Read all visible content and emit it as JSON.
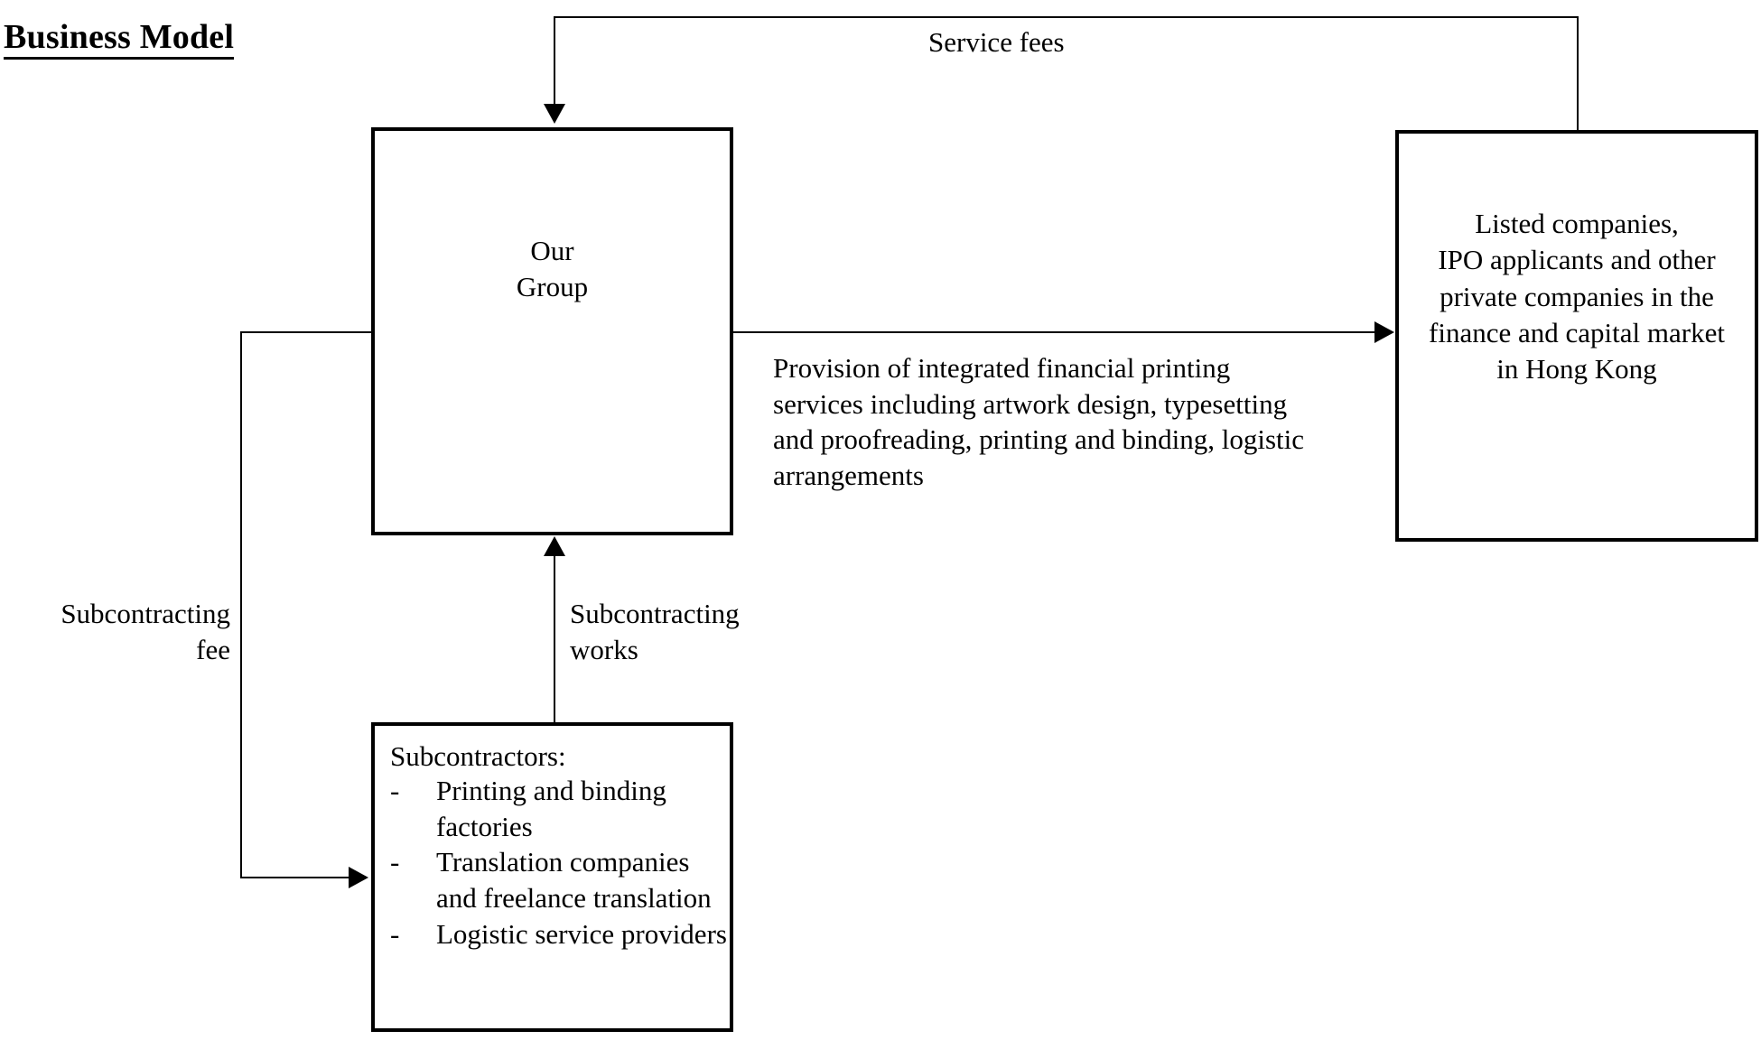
{
  "title": "Business Model",
  "boxes": {
    "our_group": {
      "line1": "Our",
      "line2": "Group"
    },
    "clients": {
      "line1": "Listed companies,",
      "line2": "IPO applicants and other",
      "line3": "private companies in the",
      "line4": "finance and capital market",
      "line5": "in Hong Kong"
    },
    "subcontractors": {
      "heading": "Subcontractors:",
      "bullet_marker": "-",
      "items": [
        "Printing and binding factories",
        "Translation companies and freelance translation",
        "Logistic service providers"
      ]
    }
  },
  "edges": {
    "service_fees": "Service fees",
    "provision": {
      "line1": "Provision of integrated financial printing",
      "line2": "services including artwork design, typesetting",
      "line3": "and proofreading, printing and binding, logistic",
      "line4": "arrangements",
      "full": "Provision of integrated financial printing services including artwork design, typesetting and proofreading, printing and binding, logistic arrangements"
    },
    "subcontracting_fee": {
      "line1": "Subcontracting",
      "line2": "fee"
    },
    "subcontracting_works": {
      "line1": "Subcontracting",
      "line2": "works"
    }
  },
  "colors": {
    "stroke": "#000000",
    "background": "#ffffff",
    "text": "#000000"
  }
}
